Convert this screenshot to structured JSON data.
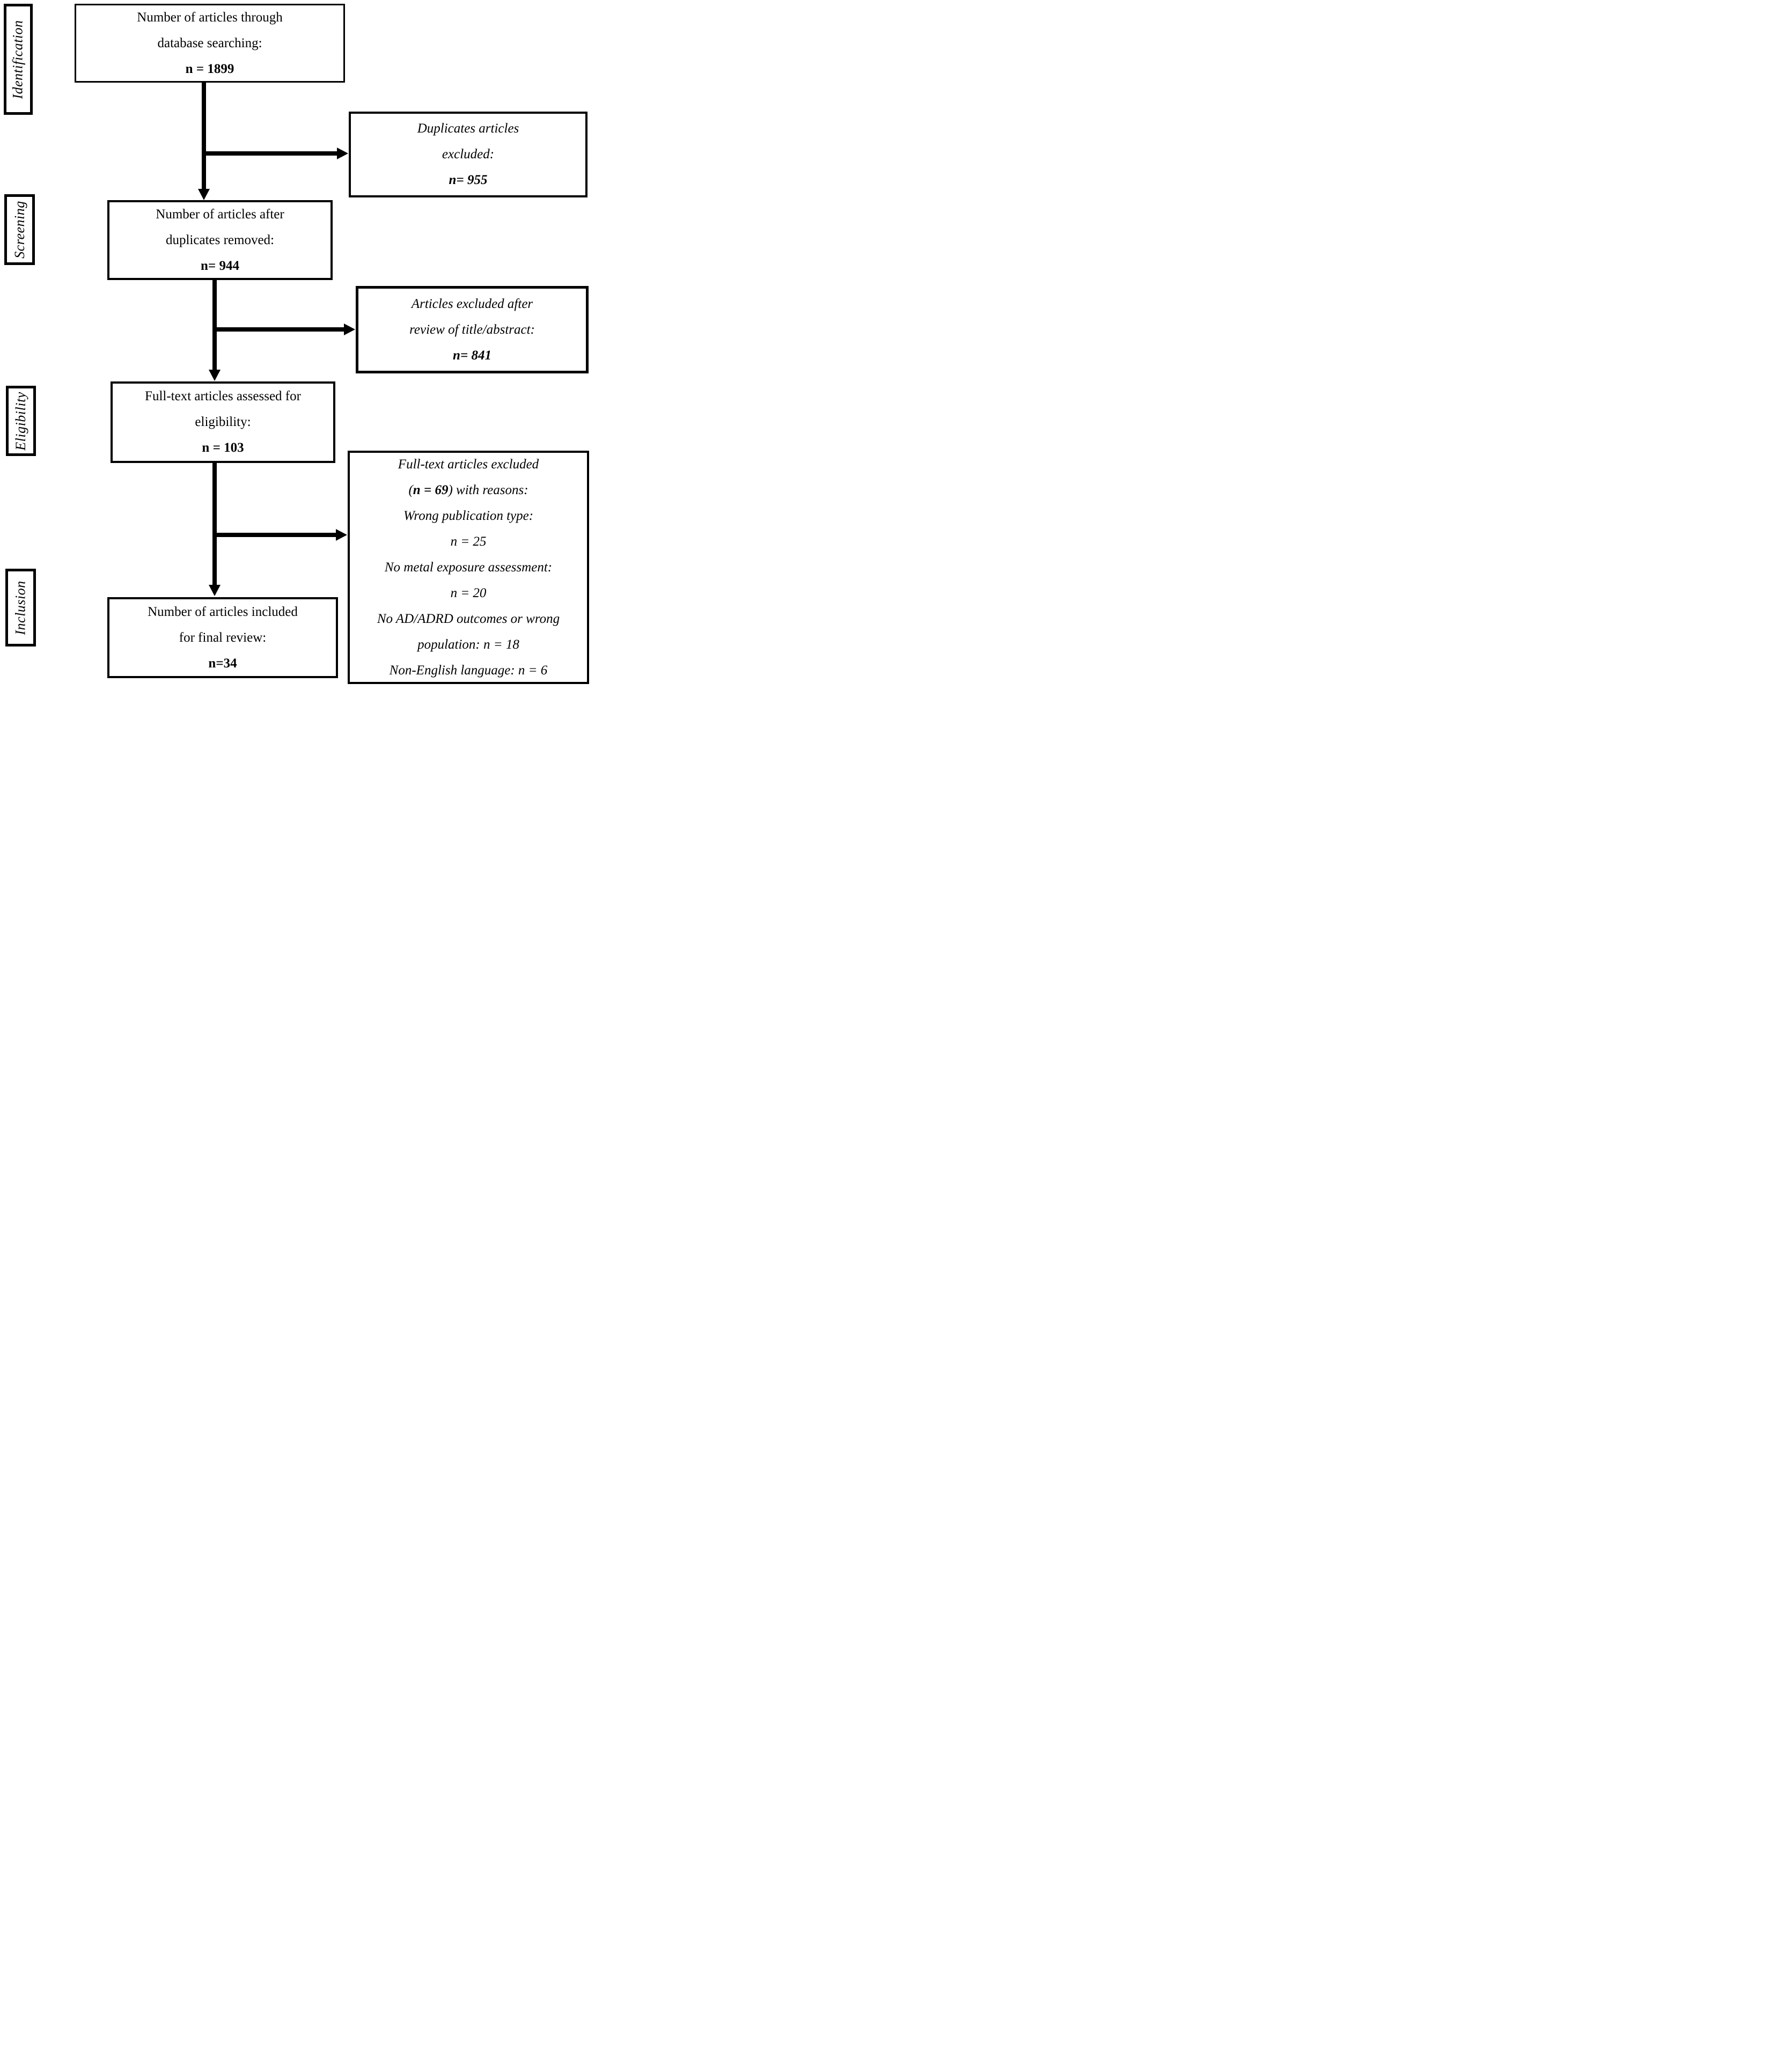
{
  "colors": {
    "ink": "#000000",
    "background": "#ffffff"
  },
  "stages": [
    {
      "label": "Identification"
    },
    {
      "label": "Screening"
    },
    {
      "label": "Eligibility"
    },
    {
      "label": "Inclusion"
    }
  ],
  "flow_boxes": [
    {
      "line1": "Number of articles through",
      "line2": "database searching:",
      "count": "n = 1899"
    },
    {
      "line1": "Number of articles after",
      "line2": "duplicates removed:",
      "count": "n= 944"
    },
    {
      "line1": "Full-text articles assessed for",
      "line2": "eligibility:",
      "count": "n = 103"
    },
    {
      "line1": "Number of articles included",
      "line2": "for final review:",
      "count": "n=34"
    }
  ],
  "exclusion_boxes": [
    {
      "line1": "Duplicates articles",
      "line2": "excluded:",
      "count": "n= 955"
    },
    {
      "line1": "Articles excluded after",
      "line2": "review of title/abstract:",
      "count": "n= 841"
    },
    {
      "title": "Full-text articles excluded",
      "subtitle_pre": "(",
      "subtitle_bold": "n = 69",
      "subtitle_post": ") with reasons:",
      "reason_lines": [
        "Wrong publication type:",
        "n = 25",
        "No metal exposure assessment:",
        "n = 20",
        "No AD/ADRD outcomes or wrong",
        "population: n = 18",
        "Non-English language: n = 6"
      ]
    }
  ]
}
